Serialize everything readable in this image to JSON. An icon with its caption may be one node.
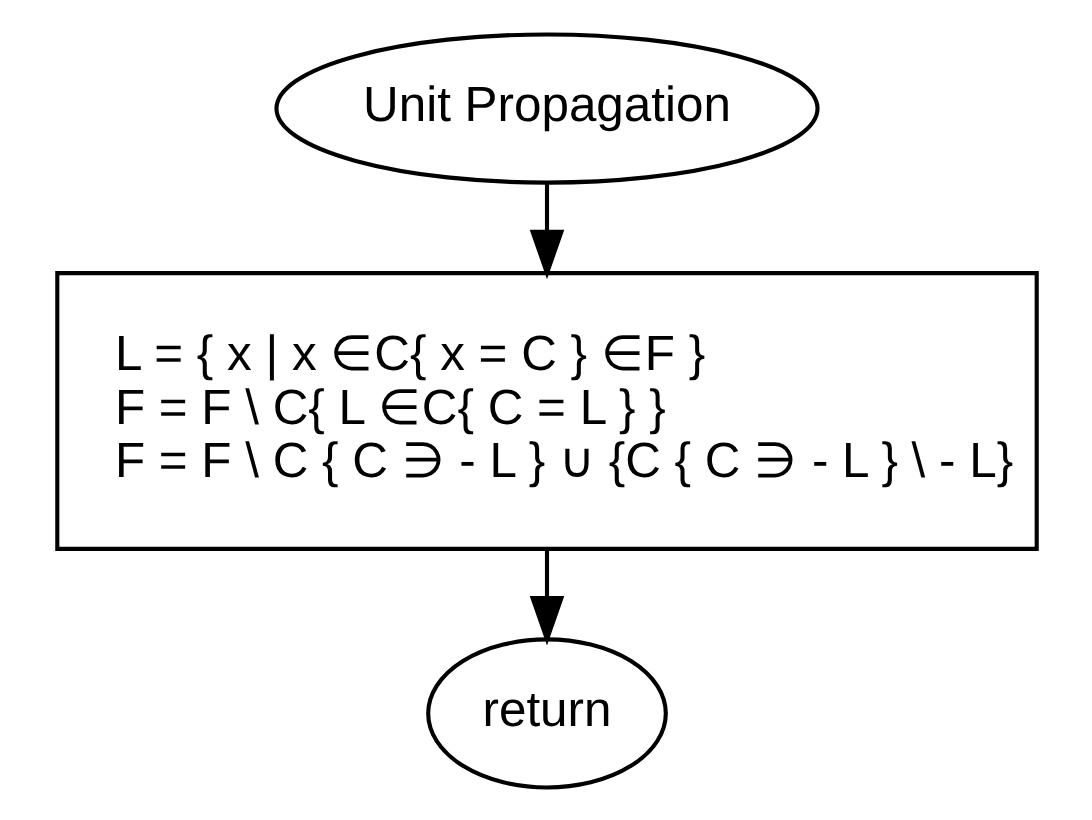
{
  "diagram": {
    "nodes": [
      {
        "text": [
          "Unit Propagation"
        ]
      },
      {
        "text": [
          "L = { x | x ∈C{ x = C } ∈F }",
          "F = F \\ C{ L ∈C{ C = L } }",
          "F = F \\ C { C ∋ - L } ∪ {C { C ∋ - L } \\ - L}"
        ]
      },
      {
        "text": [
          "return"
        ]
      }
    ],
    "edges": [
      {
        "from": 0,
        "to": 1,
        "arrow": "to"
      },
      {
        "from": 1,
        "to": 2,
        "arrow": "to"
      }
    ]
  }
}
